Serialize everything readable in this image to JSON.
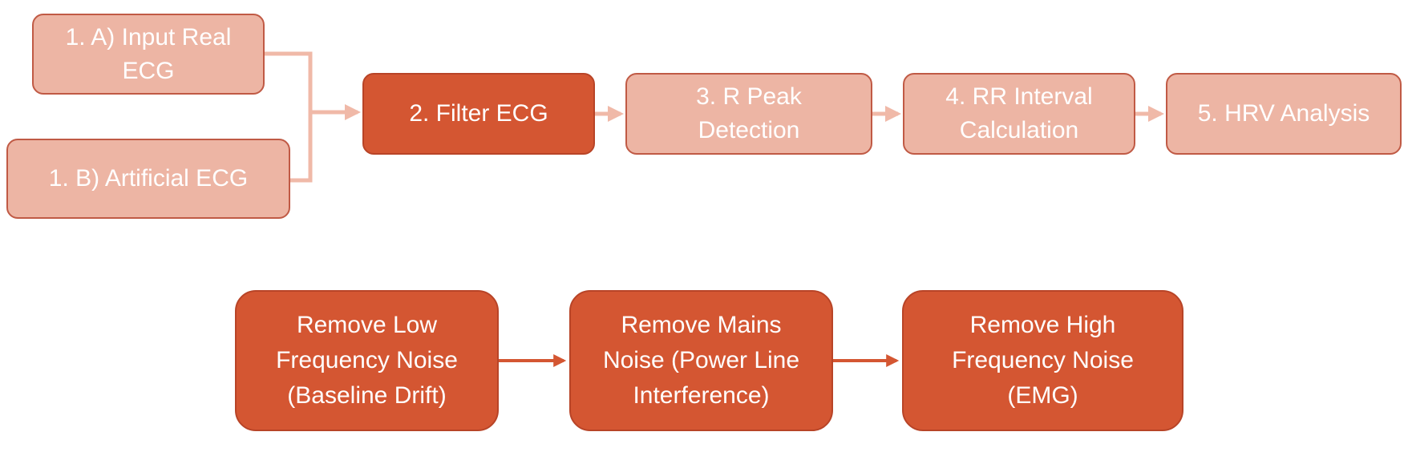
{
  "pipeline": {
    "input_real": "1. A) Input Real\nECG",
    "input_artificial": "1. B) Artificial ECG",
    "filter": "2. Filter ECG",
    "r_peak": "3. R Peak\nDetection",
    "rr_interval": "4. RR Interval\nCalculation",
    "hrv": "5. HRV Analysis"
  },
  "filter_steps": {
    "low_freq": "Remove Low\nFrequency Noise\n(Baseline Drift)",
    "mains": "Remove Mains\nNoise (Power Line\nInterference)",
    "high_freq": "Remove High\nFrequency  Noise\n(EMG)"
  },
  "colors": {
    "light_box": "#edb5a4",
    "dark_box": "#d45632",
    "light_connector": "#f0b9a8",
    "dark_connector": "#d45632"
  }
}
